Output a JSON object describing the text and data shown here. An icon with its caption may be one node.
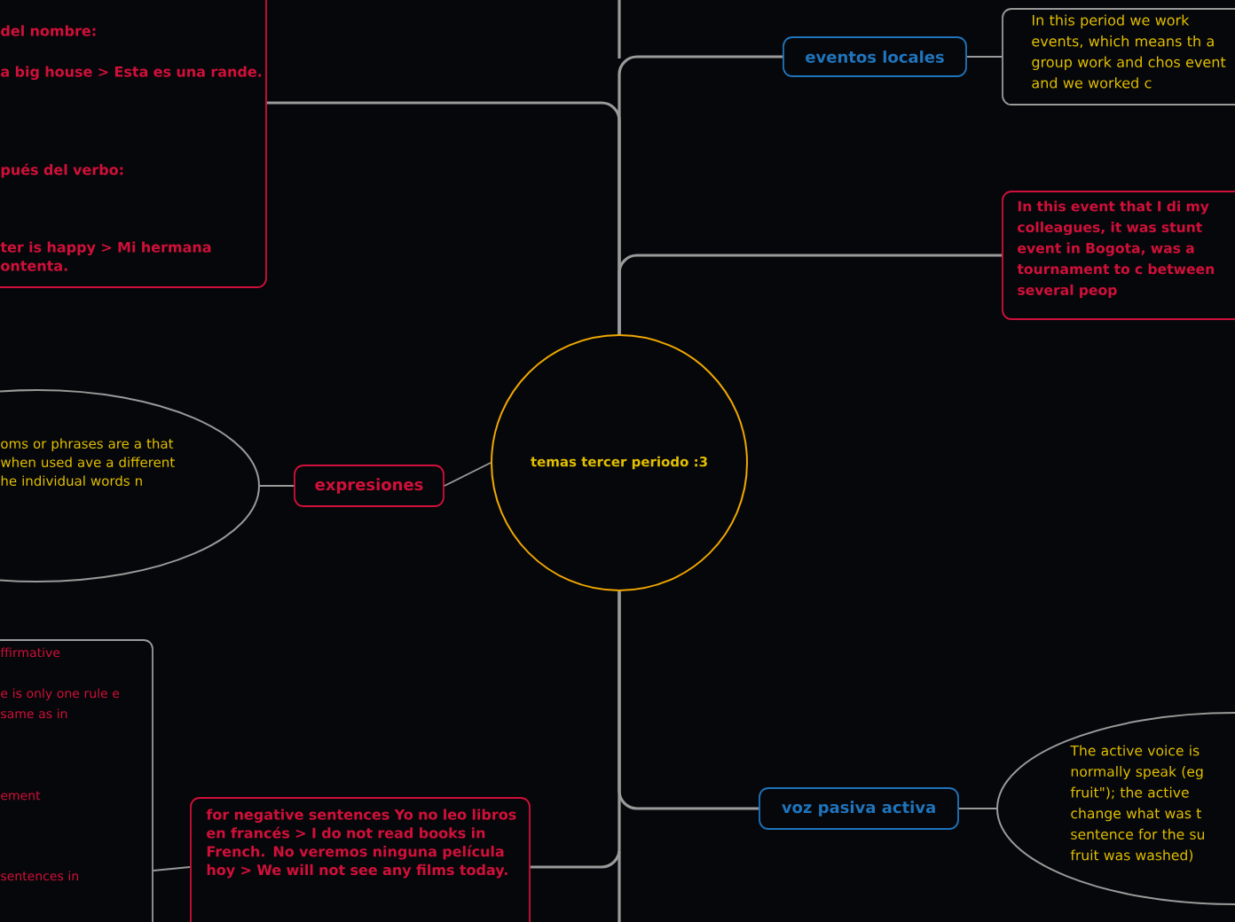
{
  "diagram": {
    "nodes": [
      {
        "text": [
          "temas tercer periodo :3"
        ]
      },
      {
        "text": [
          "del nombre:",
          "a big house > Esta es una rande.",
          "pués del verbo:",
          "ter is happy > Mi hermana ontenta."
        ]
      },
      {
        "text": [
          "expresiones"
        ]
      },
      {
        "text": [
          "oms or phrases are a that when used ave a different he individual words n"
        ]
      },
      {
        "text": [
          "ffirmative",
          "e is only one rule e same as in",
          "ement",
          "sentences in"
        ]
      },
      {
        "text": [
          "for negative sentences Yo no leo libros en francés > I do not read books in French. No veremos ninguna película hoy > We will not see any films today."
        ]
      },
      {
        "text": [
          "eventos locales"
        ]
      },
      {
        "text": [
          "In this period we work events, which means th a group work and chos event and we worked c"
        ]
      },
      {
        "text": [
          "In this event that I di my colleagues, it was stunt event in Bogota, was a tournament to c between several peop"
        ]
      },
      {
        "text": [
          "voz pasiva activa"
        ]
      },
      {
        "text": [
          "The active voice is normally speak (eg fruit\"); the active change what was t sentence for the su fruit was washed)"
        ]
      }
    ],
    "edges": [
      {
        "from": 0,
        "to": 1,
        "arrow": "none"
      },
      {
        "from": 0,
        "to": 2,
        "arrow": "none"
      },
      {
        "from": 2,
        "to": 3,
        "arrow": "none"
      },
      {
        "from": 0,
        "to": 5,
        "arrow": "none"
      },
      {
        "from": 5,
        "to": 4,
        "arrow": "none"
      },
      {
        "from": 0,
        "to": 6,
        "arrow": "none"
      },
      {
        "from": 6,
        "to": 7,
        "arrow": "none"
      },
      {
        "from": 0,
        "to": 8,
        "arrow": "none"
      },
      {
        "from": 0,
        "to": 9,
        "arrow": "none"
      },
      {
        "from": 9,
        "to": 10,
        "arrow": "none"
      }
    ]
  }
}
